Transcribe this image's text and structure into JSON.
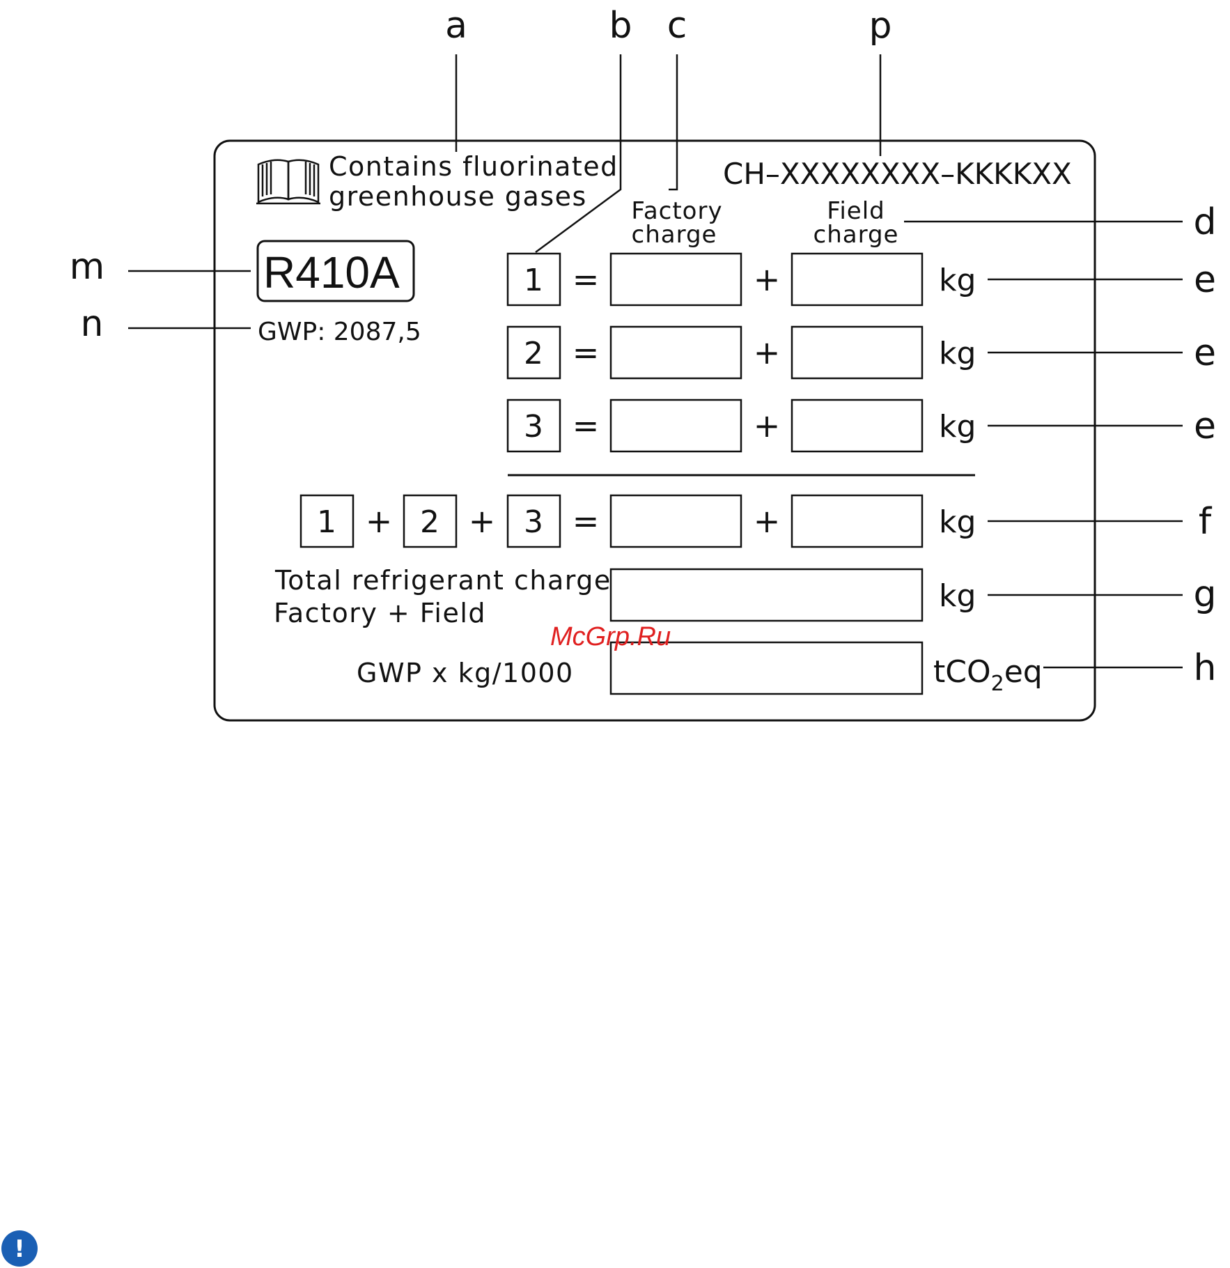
{
  "label": {
    "caption_line1": "Contains fluorinated",
    "caption_line2": "greenhouse gases",
    "code": "CH–XXXXXXXX–KKKKXX",
    "refrigerant": "R410A",
    "gwp_text": "GWP: 2087,5",
    "factory_header_line1": "Factory",
    "factory_header_line2": "charge",
    "field_header_line1": "Field",
    "field_header_line2": "charge",
    "rows": [
      {
        "index": "1",
        "equals": "=",
        "plus": "+",
        "unit": "kg"
      },
      {
        "index": "2",
        "equals": "=",
        "plus": "+",
        "unit": "kg"
      },
      {
        "index": "3",
        "equals": "=",
        "plus": "+",
        "unit": "kg"
      }
    ],
    "sum_row": {
      "terms": [
        "1",
        "2",
        "3"
      ],
      "plus": "+",
      "equals": "=",
      "unit": "kg"
    },
    "total_line1": "Total refrigerant charge",
    "total_line2": "Factory + Field",
    "total_unit": "kg",
    "co2_formula": "GWP x kg/1000",
    "co2_unit_prefix": "tCO",
    "co2_unit_sub": "2",
    "co2_unit_suffix": "eq"
  },
  "callouts": {
    "a": "a",
    "b": "b",
    "c": "c",
    "p": "p",
    "d": "d",
    "e1": "e",
    "e2": "e",
    "e3": "e",
    "f": "f",
    "g": "g",
    "h": "h",
    "m": "m",
    "n": "n"
  },
  "watermark": "McGrp.Ru",
  "footer_icon": "exclamation-icon",
  "footer_icon_glyph": "!"
}
